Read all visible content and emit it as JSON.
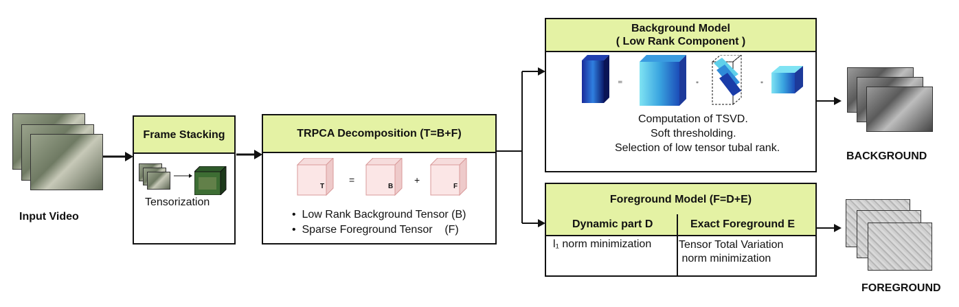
{
  "input": {
    "label": "Input Video"
  },
  "frame_stacking": {
    "title": "Frame Stacking",
    "caption": "Tensorization"
  },
  "trpca": {
    "title": "TRPCA Decomposition (T=B+F)",
    "cubes": [
      "T",
      "B",
      "F"
    ],
    "equals": "=",
    "plus": "+",
    "bullets": [
      "Low Rank Background Tensor (B)",
      "Sparse Foreground Tensor    (F)"
    ]
  },
  "background_model": {
    "title_line1": "Background Model",
    "title_line2": "( Low Rank Component )",
    "steps": [
      "Computation of TSVD.",
      "Soft thresholding.",
      "Selection of low tensor tubal rank."
    ],
    "equals": "=",
    "times1": "*",
    "times2": "*"
  },
  "foreground_model": {
    "title": "Foreground Model (F=D+E)",
    "col1_header": "Dynamic part D",
    "col2_header": "Exact Foreground E",
    "col1_text": "l₁ norm minimization",
    "col2_line1": "Tensor Total Variation",
    "col2_line2": " norm minimization"
  },
  "outputs": {
    "background": "BACKGROUND",
    "foreground": "FOREGROUND"
  }
}
